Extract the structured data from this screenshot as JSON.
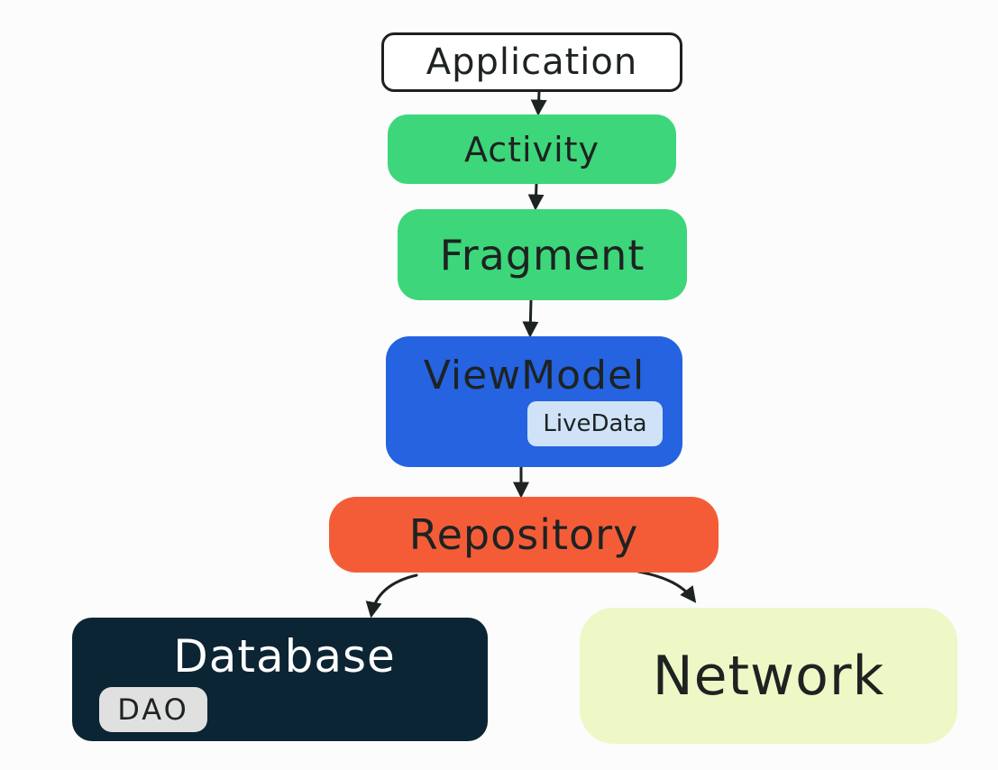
{
  "nodes": {
    "application": {
      "label": "Application",
      "color": "#ffffff"
    },
    "activity": {
      "label": "Activity",
      "color": "#3ed67b"
    },
    "fragment": {
      "label": "Fragment",
      "color": "#3ed67b"
    },
    "viewmodel": {
      "label": "ViewModel",
      "color": "#2563e0",
      "badge": "LiveData",
      "badge_color": "#cfe2f8"
    },
    "repository": {
      "label": "Repository",
      "color": "#f45c38"
    },
    "database": {
      "label": "Database",
      "color": "#0c2534",
      "badge": "DAO",
      "badge_color": "#e0e0e0"
    },
    "network": {
      "label": "Network",
      "color": "#eef7c6"
    }
  },
  "edges": [
    {
      "from": "Application",
      "to": "Activity"
    },
    {
      "from": "Activity",
      "to": "Fragment"
    },
    {
      "from": "Fragment",
      "to": "ViewModel"
    },
    {
      "from": "ViewModel",
      "to": "Repository"
    },
    {
      "from": "Repository",
      "to": "Database"
    },
    {
      "from": "Repository",
      "to": "Network"
    }
  ]
}
